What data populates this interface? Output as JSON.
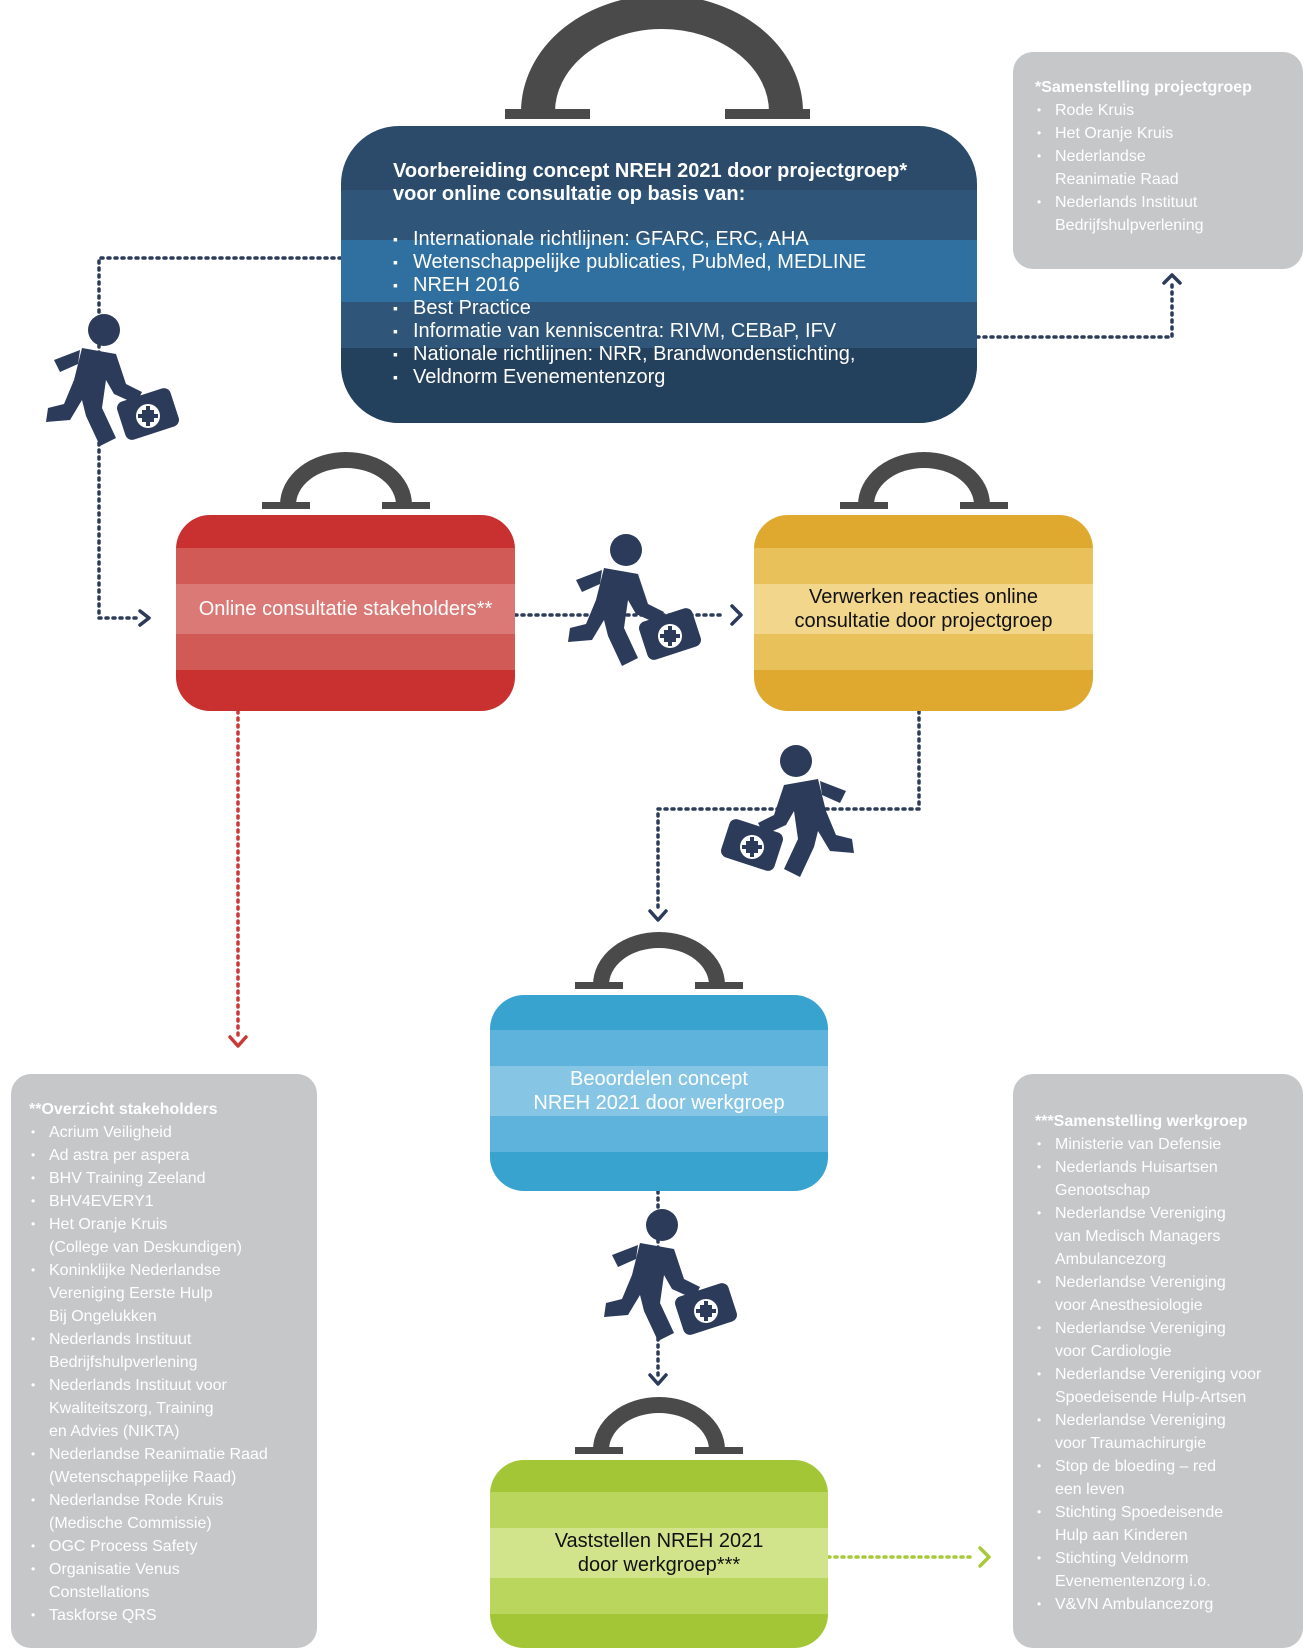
{
  "main_box": {
    "heading_lines": [
      "Voorbereiding concept NREH 2021 door projectgroep*",
      "voor online consultatie op basis van:"
    ],
    "items": [
      "Internationale richtlijnen: GFARC, ERC, AHA",
      "Wetenschappelijke publicaties, PubMed, MEDLINE",
      "NREH 2016",
      "Best Practice",
      "Informatie van kenniscentra: RIVM, CEBaP, IFV",
      "Nationale richtlijnen: NRR, Brandwondenstichting,",
      "Veldnorm Evenementenzorg"
    ]
  },
  "red_box": {
    "label": "Online consultatie stakeholders**"
  },
  "yellow_box": {
    "lines": [
      "Verwerken reacties online",
      "consultatie door projectgroep"
    ]
  },
  "blue_box": {
    "lines": [
      "Beoordelen concept",
      "NREH 2021 door werkgroep"
    ]
  },
  "green_box": {
    "lines": [
      "Vaststellen NREH 2021",
      "door werkgroep***"
    ]
  },
  "panel_projectgroep": {
    "title": "*Samenstelling projectgroep",
    "items": [
      "Rode Kruis",
      "Het Oranje Kruis",
      "Nederlandse\nReanimatie Raad",
      "Nederlands Instituut\nBedrijfshulpverlening"
    ]
  },
  "panel_stakeholders": {
    "title": "**Overzicht stakeholders",
    "items": [
      "Acrium Veiligheid",
      "Ad astra per aspera",
      "BHV Training Zeeland",
      "BHV4EVERY1",
      "Het Oranje Kruis\n(College van Deskundigen)",
      "Koninklijke Nederlandse\nVereniging Eerste Hulp\nBij Ongelukken",
      "Nederlands Instituut\nBedrijfshulpverlening",
      "Nederlands Instituut voor\nKwaliteitszorg, Training\nen Advies (NIKTA)",
      "Nederlandse Reanimatie Raad\n(Wetenschappelijke Raad)",
      "Nederlandse Rode Kruis\n(Medische Commissie)",
      "OGC Process Safety",
      "Organisatie Venus\nConstellations",
      "Taskforse QRS"
    ]
  },
  "panel_werkgroep": {
    "title": "***Samenstelling werkgroep",
    "items": [
      "Ministerie van Defensie",
      "Nederlands Huisartsen\nGenootschap",
      "Nederlandse Vereniging\nvan Medisch Managers\nAmbulancezorg",
      "Nederlandse Vereniging\nvoor Anesthesiologie",
      "Nederlandse Vereniging\nvoor Cardiologie",
      "Nederlandse Vereniging voor\nSpoedeisende Hulp-Artsen",
      "Nederlandse Vereniging\nvoor Traumachirurgie",
      "Stop de bloeding – red\neen leven",
      "Stichting Spoedeisende\nHulp aan Kinderen",
      "Stichting Veldnorm\nEvenementenzorg i.o.",
      "V&VN Ambulancezorg"
    ]
  },
  "colors": {
    "main": "#2f4d6b",
    "red": "#c93a36",
    "yellow": "#e1ab35",
    "blue": "#3aa3d0",
    "green": "#a9c93a",
    "handle": "#4a4a4a",
    "runner": "#2c3b5a",
    "panel": "#c6c7c9"
  },
  "icons": [
    "runner-icon",
    "first-aid-case-icon"
  ]
}
